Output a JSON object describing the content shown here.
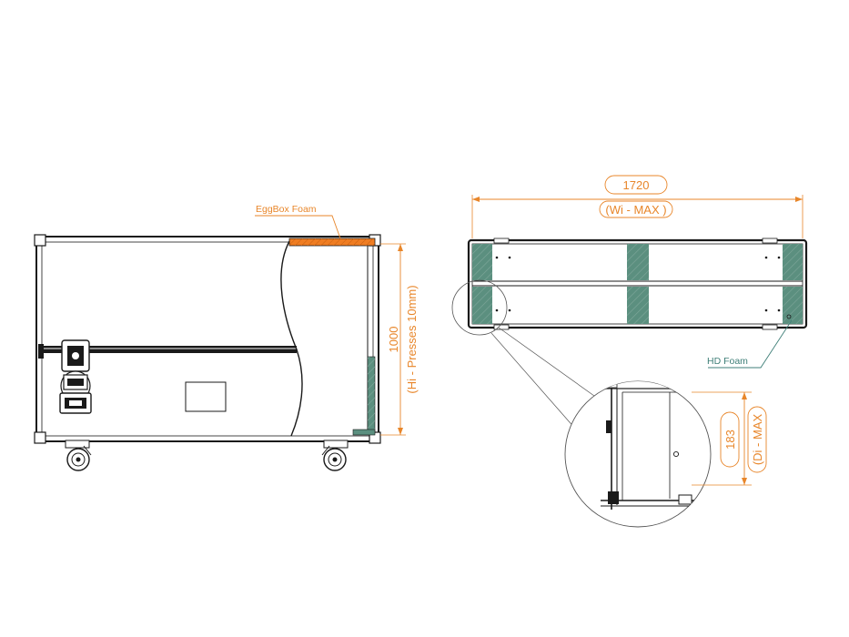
{
  "front_view": {
    "eggbox_label": "EggBox Foam",
    "height_value": "1000",
    "height_note": "(Hi - Presses 10mm)"
  },
  "top_view": {
    "width_value": "1720",
    "width_note": "(Wi - MAX )",
    "hd_label": "HD Foam"
  },
  "detail_view": {
    "depth_value": "183",
    "depth_note": "(Di - MAX"
  },
  "colors": {
    "dimension": "#e8862a",
    "eggbox": "#ef7d22",
    "hd_foam": "#5b8f7f",
    "hd_label": "#3f7f78",
    "outline": "#1a1a1a"
  }
}
